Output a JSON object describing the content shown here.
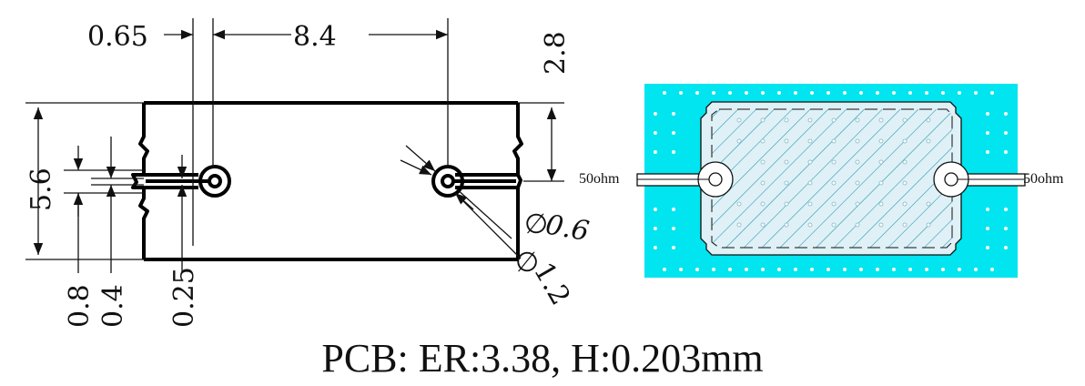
{
  "dimensions": {
    "pad_width": "0.65",
    "pitch": "8.4",
    "edge_offset": "2.8",
    "height": "5.6",
    "slot_width": "0.8",
    "trace_offset": "0.4",
    "line_width": "0.25",
    "inner_diameter": "0.6",
    "outer_diameter": "1.2",
    "diameter_symbol": "∅"
  },
  "pcb_view": {
    "port_left": "50ohm",
    "port_right": "50ohm",
    "colors": {
      "board": "#00e5ef",
      "cavity": "#dff1f6",
      "hatch": "#1a8fb0",
      "outline": "#111111"
    }
  },
  "caption": "PCB: ER:3.38, H:0.203mm"
}
